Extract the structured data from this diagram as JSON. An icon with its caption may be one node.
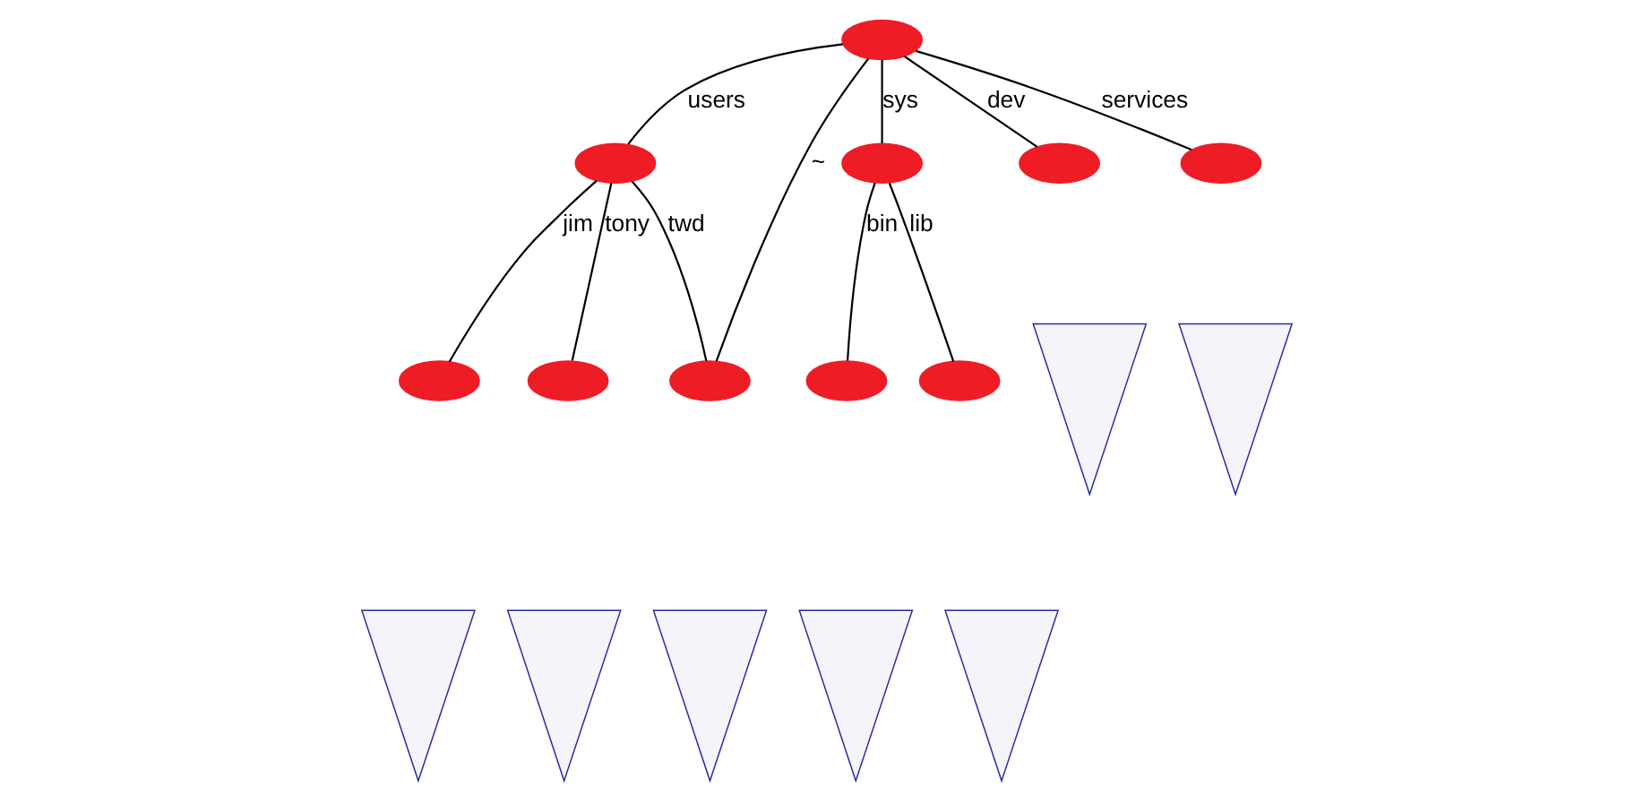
{
  "diagram": {
    "nodes": [
      {
        "text": [],
        "shape": "ellipse"
      },
      {
        "text": [],
        "shape": "ellipse"
      },
      {
        "text": [],
        "shape": "ellipse"
      },
      {
        "text": [],
        "shape": "ellipse"
      },
      {
        "text": [],
        "shape": "ellipse"
      },
      {
        "text": [],
        "shape": "ellipse"
      },
      {
        "text": [],
        "shape": "ellipse"
      },
      {
        "text": [],
        "shape": "ellipse"
      },
      {
        "text": [],
        "shape": "ellipse"
      },
      {
        "text": [],
        "shape": "ellipse"
      },
      {
        "text": [],
        "shape": "triangle"
      },
      {
        "text": [],
        "shape": "triangle"
      },
      {
        "text": [],
        "shape": "triangle"
      },
      {
        "text": [],
        "shape": "triangle"
      },
      {
        "text": [],
        "shape": "triangle"
      },
      {
        "text": [],
        "shape": "triangle"
      },
      {
        "text": [],
        "shape": "triangle"
      }
    ],
    "edges": [
      {
        "from": 0,
        "to": 1,
        "arrow": "none",
        "label": "users"
      },
      {
        "from": 0,
        "to": 4,
        "arrow": "none",
        "label": "~"
      },
      {
        "from": 0,
        "to": 5,
        "arrow": "none",
        "label": "sys"
      },
      {
        "from": 0,
        "to": 8,
        "arrow": "none",
        "label": "dev"
      },
      {
        "from": 0,
        "to": 9,
        "arrow": "none",
        "label": "services"
      },
      {
        "from": 1,
        "to": 2,
        "arrow": "none",
        "label": "jim"
      },
      {
        "from": 1,
        "to": 3,
        "arrow": "none",
        "label": "tony"
      },
      {
        "from": 1,
        "to": 4,
        "arrow": "none",
        "label": "twd"
      },
      {
        "from": 5,
        "to": 6,
        "arrow": "none",
        "label": "bin"
      },
      {
        "from": 5,
        "to": 7,
        "arrow": "none",
        "label": "lib"
      }
    ]
  }
}
